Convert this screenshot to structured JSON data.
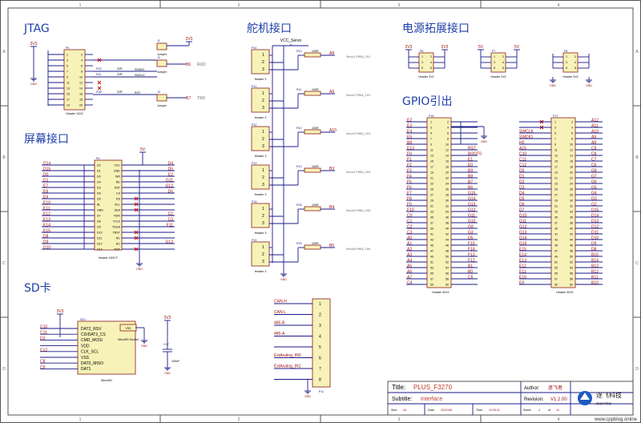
{
  "frame": {
    "cols": [
      "1",
      "2",
      "3",
      "4"
    ],
    "rows": [
      "A",
      "B",
      "C",
      "D"
    ]
  },
  "sections": {
    "jtag": "JTAG",
    "screen": "屏幕接口",
    "sd": "SD卡",
    "servo": "舵机接口",
    "power": "电源拓展接口",
    "gpio": "GPIO引出"
  },
  "jtag": {
    "part": "P5",
    "footer": "Header 10X2",
    "vcc": "3V3",
    "gnd": "GND",
    "vcc2": "3V3",
    "j1": "J1",
    "j2": "J2",
    "j3": "J3",
    "jumper": "Jumper",
    "r42": "R42",
    "r41": "R41",
    "r38": "R38",
    "r_val": "22R",
    "swdio": "SWDIO",
    "swclk": "SWCLK",
    "rst": "RST",
    "b6": "B6",
    "rxd": "RXD",
    "b7": "B7",
    "txd": "TXD",
    "pins_left": [
      "1",
      "3",
      "5",
      "7",
      "9",
      "11",
      "13",
      "15",
      "17",
      "19"
    ],
    "pins_right": [
      "2",
      "4",
      "6",
      "8",
      "10",
      "12",
      "14",
      "16",
      "18",
      "20"
    ]
  },
  "screen": {
    "part": "P6",
    "footer": "Header 16X2 F",
    "v5": "5V",
    "gnd": "GND",
    "left_nets": [
      "D14",
      "D15",
      "D0",
      "D1",
      "E7",
      "E8",
      "E9",
      "E10",
      "E11",
      "E12",
      "E13",
      "E14",
      "E15",
      "D8",
      "D9",
      "D10"
    ],
    "pin_names_l": [
      "D2",
      "D1",
      "D0",
      "D4",
      "D3",
      "D6",
      "D5",
      "BL",
      "GND",
      "D7",
      "D8",
      "D9",
      "D10",
      "D11",
      "D12",
      "D13"
    ],
    "pin_names_r": [
      "VCC",
      "GND",
      "WR",
      "RD",
      "RST",
      "CS",
      "RS",
      "SCL",
      "SDA",
      "TDIN",
      "TCLK",
      "TDOA",
      "TRST",
      "RC",
      "NC",
      "TINT"
    ],
    "right_nets": [
      "D4",
      "D5",
      "E2",
      "G11",
      "G12",
      "D6",
      "",
      "",
      "",
      "C2",
      "C3",
      "F11",
      "",
      "",
      "G13",
      ""
    ]
  },
  "sd": {
    "part": "SD1",
    "footer": "MicroSD",
    "socket": "MicroSD Socket",
    "vcc": "3V3",
    "gnd": "GND",
    "vcc2": "3V3",
    "c17": "C17",
    "cap": "100nF",
    "cap_gnd": "GND",
    "pins": [
      "DAT2_RSV",
      "CD/DAT3_CS",
      "CMD_MOSI",
      "VDD",
      "CLK_SCL",
      "VSS",
      "DAT0_MISO",
      "DAT1"
    ],
    "nets": [
      "C10",
      "C11",
      "D2",
      "",
      "C12",
      "",
      "C8",
      "C9"
    ],
    "vss_label": "VSS"
  },
  "servo": {
    "vcc": "VCC_Servo",
    "gnd": "GND",
    "items": [
      {
        "ref": "P10",
        "r": "R10",
        "val": "100R",
        "net": "A8",
        "sig": "Servo1 PWM_CH1"
      },
      {
        "ref": "P11",
        "r": "R11",
        "val": "100R",
        "net": "A9",
        "sig": "Servo2 PWM_CH2"
      },
      {
        "ref": "P12",
        "r": "R12",
        "val": "100R",
        "net": "A10",
        "sig": "Servo3 PWM_CH3"
      },
      {
        "ref": "P13",
        "r": "R14",
        "val": "100R",
        "net": "B3",
        "sig": "Servo4 PWM_CH4"
      },
      {
        "ref": "P14",
        "r": "R28",
        "val": "100R",
        "net": "B4",
        "sig": "Servo5 PWM_CH5"
      },
      {
        "ref": "P15",
        "r": "R29",
        "val": "100R",
        "net": "B5",
        "sig": "Servo6 PWM_CH6"
      }
    ],
    "header": "Header 3"
  },
  "power": {
    "blocks": [
      {
        "ref": "P6",
        "v": "3V3",
        "v2": "3V3",
        "foot": "Header 3X2"
      },
      {
        "ref": "P7",
        "v": "5V",
        "v2": "5V",
        "foot": "Header 3X2"
      },
      {
        "ref": "P8",
        "v": "",
        "v2": "",
        "foot": "Header 3X2"
      }
    ],
    "gnd": "GND"
  },
  "can": {
    "part": "P11",
    "nets": [
      "CAN-H",
      "CAN-L",
      "485-B",
      "485-A",
      "",
      "ExtAnalog_IN0",
      "ExtAnalog_IN1",
      ""
    ],
    "pins": [
      "1",
      "2",
      "3",
      "4",
      "5",
      "6",
      "7",
      "8"
    ],
    "gnd": "GND"
  },
  "gpio": {
    "p16": {
      "ref": "P16",
      "foot": "Header 30X2",
      "rst": "RST",
      "boot": "BOOT0",
      "gnd": "GND",
      "left": [
        "E2",
        "E3",
        "E4",
        "E5",
        "B8",
        "E13",
        "F0",
        "F1",
        "F2",
        "F3",
        "F4",
        "F5",
        "F6",
        "F7",
        "F8",
        "F9",
        "F10",
        "C0",
        "C1",
        "C2",
        "C3",
        "A0",
        "A1",
        "A2",
        "A3",
        "A4",
        "A5",
        "A6",
        "A7",
        "C4"
      ],
      "right": [
        "",
        "",
        "",
        "",
        "",
        "RST",
        "BOOT0",
        "E1",
        "E0",
        "B9",
        "B8",
        "B7",
        "B6",
        "G15",
        "G14",
        "G13",
        "G12",
        "G11",
        "G10",
        "G9",
        "G3",
        "D5",
        "F15",
        "F14",
        "F13",
        "F12",
        "B1",
        "B0",
        "C5",
        ""
      ]
    },
    "p17": {
      "ref": "P17",
      "foot": "Header 30X2",
      "left": [
        "",
        "",
        "SWCLK",
        "SWDIO",
        "H0",
        "A15",
        "C10",
        "C11",
        "C12",
        "D0",
        "D1",
        "D2",
        "D3",
        "D4",
        "D5",
        "D6",
        "D7",
        "G10",
        "G11",
        "G12",
        "G13",
        "G14",
        "G15",
        "E15",
        "E14",
        "E13",
        "E12",
        "E11",
        "E10",
        "E9"
      ],
      "right": [
        "A12",
        "A11",
        "A10",
        "A9",
        "A8",
        "C9",
        "C8",
        "C7",
        "C6",
        "G8",
        "G7",
        "G6",
        "G5",
        "G4",
        "G3",
        "G2",
        "D15",
        "D14",
        "D13",
        "D12",
        "D11",
        "D10",
        "D9",
        "D8",
        "B15",
        "B14",
        "B13",
        "B12",
        "B11",
        "B10"
      ]
    }
  },
  "titleblock": {
    "title_label": "Title:",
    "title": "PLUS_F3270",
    "author_label": "Author:",
    "author": "逐飞者",
    "subtitle_label": "Subtitle:",
    "subtitle": "Interface",
    "revision_label": "Revision:",
    "revision": "V1.2.00",
    "size_label": "Size:",
    "size": "A4",
    "date_label": "Date:",
    "date": "2022/4/8",
    "time_label": "Time:",
    "time": "10:05:31",
    "sheet_label": "Sheet:",
    "sheet": "4",
    "of_label": "of",
    "of": "10",
    "company": "逐飞科技",
    "company_en": "SEEKFREE",
    "watermark": "www.cppblog.online"
  }
}
